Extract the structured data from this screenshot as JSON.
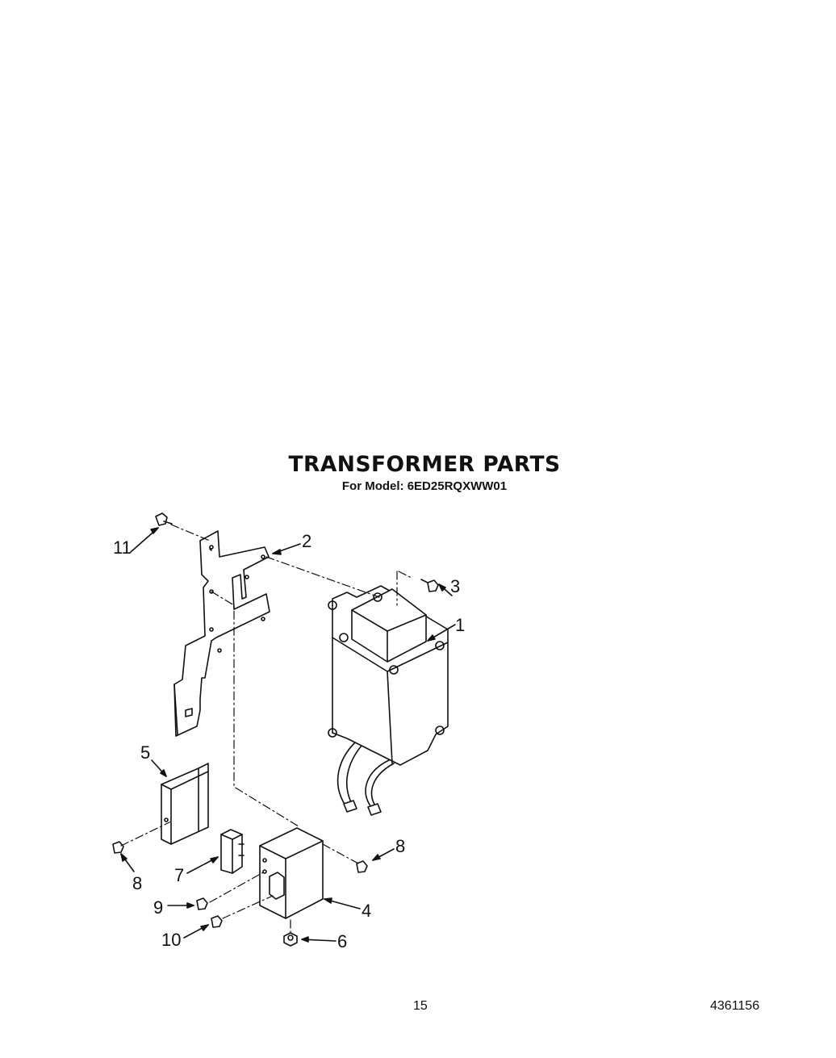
{
  "header": {
    "title": "TRANSFORMER PARTS",
    "subtitle": "For Model: 6ED25RQXWW01"
  },
  "diagram": {
    "callouts": [
      {
        "id": "c11",
        "label": "11"
      },
      {
        "id": "c2",
        "label": "2"
      },
      {
        "id": "c3",
        "label": "3"
      },
      {
        "id": "c1",
        "label": "1"
      },
      {
        "id": "c5",
        "label": "5"
      },
      {
        "id": "c8a",
        "label": "8"
      },
      {
        "id": "c8b",
        "label": "8"
      },
      {
        "id": "c7",
        "label": "7"
      },
      {
        "id": "c9",
        "label": "9"
      },
      {
        "id": "c4",
        "label": "4"
      },
      {
        "id": "c10",
        "label": "10"
      },
      {
        "id": "c6",
        "label": "6"
      }
    ]
  },
  "footer": {
    "page_number": "15",
    "document_number": "4361156"
  }
}
